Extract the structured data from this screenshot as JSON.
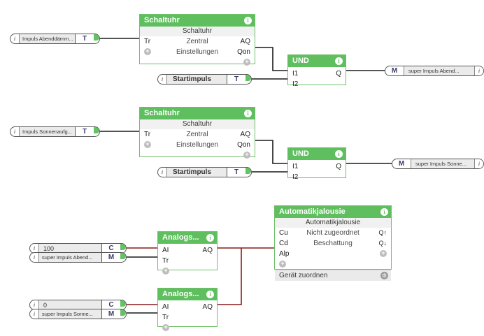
{
  "app": {
    "title": "Funktionsbaustein-Editor",
    "background": "#ffffff",
    "colors": {
      "block_header_green": "#5fbf5f",
      "block_border_green": "#6dc067",
      "input_pin_orange": "#f0a33c",
      "output_pin_green": "#63c263",
      "wire_digital": "#1a1a1a",
      "wire_analog": "#8b1a1a",
      "disabled_grey": "#c9c9c9"
    },
    "icons": {
      "info": "i",
      "plus": "+",
      "gear": "⚙"
    }
  },
  "rows": [
    {
      "id": "row-abenddaemmerung",
      "input": {
        "name": "Impuls Abenddämm...",
        "tag": "T",
        "icon": "info-icon"
      },
      "block": {
        "title": "Schaltuhr",
        "subtitle": "Schaltuhr",
        "center_lines": [
          "Zentral",
          "Einstellungen"
        ],
        "inputs": [
          "Tr"
        ],
        "outputs": [
          "AQ",
          "Qon"
        ],
        "info": "i",
        "plus": "+"
      },
      "gate": {
        "title": "UND",
        "inputs": [
          "I1",
          "I2"
        ],
        "outputs": [
          "Q"
        ],
        "info": "i"
      },
      "pulse": {
        "name": "Startimpuls",
        "tag": "T",
        "icon": "info-icon"
      },
      "output": {
        "tag": "M",
        "name": "super Impuls Abend...",
        "icon": "info-icon"
      }
    },
    {
      "id": "row-sonnenaufgang",
      "input": {
        "name": "Impuls Sonnenaufg...",
        "tag": "T",
        "icon": "info-icon"
      },
      "block": {
        "title": "Schaltuhr",
        "subtitle": "Schaltuhr",
        "center_lines": [
          "Zentral",
          "Einstellungen"
        ],
        "inputs": [
          "Tr"
        ],
        "outputs": [
          "AQ",
          "Qon"
        ],
        "info": "i",
        "plus": "+"
      },
      "gate": {
        "title": "UND",
        "inputs": [
          "I1",
          "I2"
        ],
        "outputs": [
          "Q"
        ],
        "info": "i"
      },
      "pulse": {
        "name": "Startimpuls",
        "tag": "T",
        "icon": "info-icon"
      },
      "output": {
        "tag": "M",
        "name": "super Impuls Sonne...",
        "icon": "info-icon"
      }
    }
  ],
  "bottom": {
    "group_a": {
      "const": {
        "value": "100",
        "tag": "C",
        "icon": "info-icon"
      },
      "memory": {
        "name": "super Impuls Abend...",
        "tag": "M",
        "icon": "info-icon"
      },
      "block": {
        "title": "Analogs...",
        "inputs": [
          "AI",
          "Tr"
        ],
        "outputs": [
          "AQ"
        ],
        "info": "i",
        "plus": "+"
      }
    },
    "group_b": {
      "const": {
        "value": "0",
        "tag": "C",
        "icon": "info-icon"
      },
      "memory": {
        "name": "super Impuls Sonne...",
        "tag": "M",
        "icon": "info-icon"
      },
      "block": {
        "title": "Analogs...",
        "inputs": [
          "AI",
          "Tr"
        ],
        "outputs": [
          "AQ"
        ],
        "info": "i",
        "plus": "+"
      }
    },
    "jalousie": {
      "title": "Automatikjalousie",
      "subtitle": "Automatikjalousie",
      "center_lines": [
        "Nicht zugeordnet",
        "Beschattung"
      ],
      "inputs": [
        "Cu",
        "Cd",
        "Alp"
      ],
      "outputs": [
        "Q↑",
        "Q↓"
      ],
      "footer": "Gerät zuordnen",
      "info": "i",
      "plus": "+",
      "gear": "⚙"
    }
  }
}
